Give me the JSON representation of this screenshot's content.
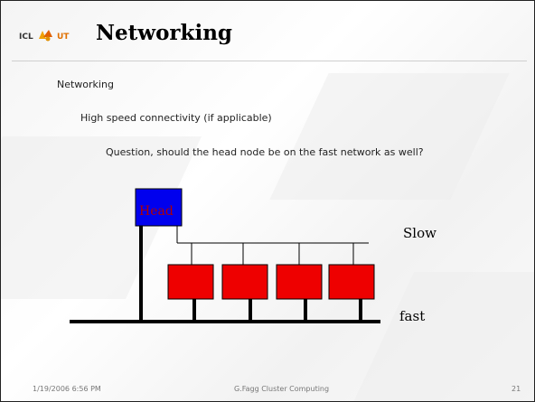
{
  "slide": {
    "title": "Networking",
    "logo_text": "ICL UT",
    "bullets": [
      "Networking",
      "High speed connectivity (if applicable)",
      "Question, should the head node be on the fast network as well?"
    ]
  },
  "diagram": {
    "head_label": "Head",
    "slow_label": "Slow",
    "fast_label": "fast",
    "head_color": "#0000ee",
    "node_color": "#ee0000",
    "compute_node_count": 4
  },
  "footer": {
    "date": "1/19/2006 6:56 PM",
    "center": "G.Fagg Cluster Computing",
    "page": "21"
  }
}
